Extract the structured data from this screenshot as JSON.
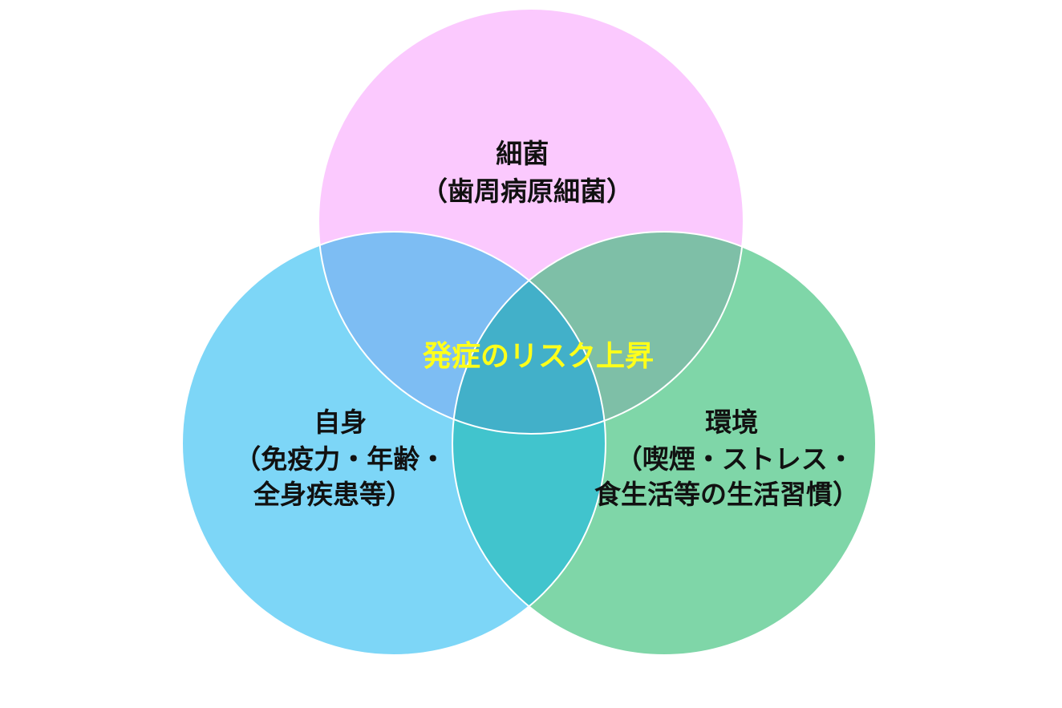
{
  "diagram": {
    "type": "venn",
    "circles": [
      {
        "id": "bacteria",
        "lines": [
          "細菌",
          "（歯周病原細菌）"
        ],
        "color": "#fbc9fe"
      },
      {
        "id": "self",
        "lines": [
          "自身",
          "（免疫力・年齢・",
          "全身疾患等）"
        ],
        "color": "#7dd6f7"
      },
      {
        "id": "environment",
        "lines": [
          "環境",
          "（喫煙・ストレス・",
          "食生活等の生活習慣）"
        ],
        "color": "#7fd6a8"
      }
    ],
    "overlaps": {
      "bacteria_self": "#7dbdf3",
      "bacteria_environment": "#7ebfa7",
      "self_environment": "#41c4cd",
      "center": "#42b0c9"
    },
    "center_label": "発症のリスク上昇",
    "center_label_color": "#ffff1a"
  }
}
